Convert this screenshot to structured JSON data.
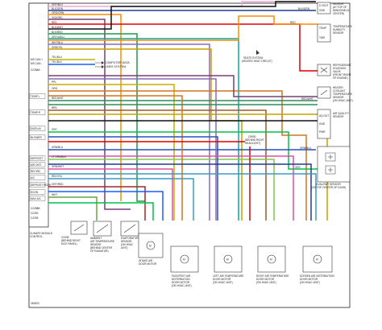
{
  "diagram_id": "262820",
  "module": {
    "title_lines": [
      "CLIMATE MODULE",
      "CONTROL"
    ],
    "side_labels": [
      "MS CAN +",
      "MS CAN -",
      "TEMP L",
      "TEMP R",
      "DISPLAY",
      "BLOWER",
      "DEFROST",
      "AIR DIST",
      "RECIRC",
      "A/C",
      "DEFROST REAR",
      "ECON",
      "MAX A/C"
    ],
    "terminals": [
      "C2288A",
      "C2288B",
      "C2290",
      "C2295"
    ]
  },
  "wires": [
    {
      "label": "GRY/BLU",
      "color": "#f2a6d4"
    },
    {
      "label": "BLK/GRN",
      "color": "#1e3d91"
    },
    {
      "label": "ORG/GRN",
      "color": "#ff8c00"
    },
    {
      "label": "VIO/ORG",
      "color": "#7a3d7a"
    },
    {
      "label": "RED",
      "color": "#e00000"
    },
    {
      "label": "BLK/WHT",
      "color": "#111111"
    },
    {
      "label": "BLK/RED",
      "color": "#1f9a4a"
    },
    {
      "label": "GRY/LBLU",
      "color": "#0aa8a8"
    },
    {
      "label": "WHT/BLU",
      "color": "#8a6bb5"
    },
    {
      "label": "GRN/YEL",
      "color": "#c8a100"
    },
    {
      "label": "TEL/BLU",
      "color": "#b8b800"
    },
    {
      "label": "TEL/BLK",
      "color": "#1a5cff"
    },
    {
      "label": "PPL",
      "color": "#c8ad00"
    },
    {
      "label": "ORG",
      "color": "#d4731f"
    },
    {
      "label": "RED/WHT",
      "color": "#2e8b57"
    },
    {
      "label": "BRN",
      "color": "#9b5a2b"
    },
    {
      "label": "GRY",
      "color": "#00c04b"
    },
    {
      "label": "GRN/BLU",
      "color": "#2b4fbf"
    },
    {
      "label": "LT GRN/BLK",
      "color": "#7ec850"
    },
    {
      "label": "GRN/WHT",
      "color": "#e04da8"
    },
    {
      "label": "RED/TEL",
      "color": "#3b9ac4"
    },
    {
      "label": "GRY/RED",
      "color": "#9c2b2b"
    },
    {
      "label": "WHT",
      "color": "#6aa23c"
    }
  ],
  "notes": {
    "computer": [
      "COMPUTER DATA",
      "LINES SYSTEM"
    ],
    "seats": [
      "SEATS SYSTEM",
      "(HEATED SEAT CIRCUIT)"
    ],
    "headlight": [
      "C5530",
      "(BEHIND RIGHT",
      "HEADLIGHT)"
    ]
  },
  "right_components": [
    {
      "lines": [
        "SENSOR",
        "(AT TOP OF",
        "WINDSHIELD,",
        "CENTER)"
      ],
      "pins": [
        "5 VOUT",
        "GND"
      ]
    },
    {
      "lines": [
        "TEMPERATURE",
        "HUMIDITY",
        "SENSOR"
      ],
      "pins": [
        "TEMP",
        "TMR"
      ]
    },
    {
      "lines": [
        "REFRIGERANT",
        "SOLENOID",
        "VALVE",
        "(FRONT RIGHT",
        "OF ENGINE)"
      ],
      "pins": []
    },
    {
      "lines": [
        "HEATER",
        "COOLANT",
        "TEMPERATURE",
        "SENSOR",
        "(ON HVAC UNIT)"
      ],
      "pins": []
    },
    {
      "lines": [
        "AIR QUALITY",
        "SENSOR"
      ],
      "pins": [
        "AQ OUT",
        "GND",
        "PWR"
      ]
    },
    {
      "lines": [
        "DUAL/SWT SENSOR",
        "(ON TOP CENTER OF DASH)"
      ],
      "pins": []
    }
  ],
  "bottom_components": [
    {
      "lines": [
        "C2035",
        "(BEHIND RIGHT",
        "KICK PANEL)"
      ]
    },
    {
      "lines": [
        "AMBIENT",
        "AIR TEMPERATURE",
        "SENSOR",
        "(BEHIND CENTER",
        "OF RADIATOR)"
      ]
    },
    {
      "lines": [
        "EVAPORATOR",
        "SENSOR",
        "(ON HVAC",
        "UNIT)"
      ]
    },
    {
      "lines": [
        "INTAKE AIR",
        "DOOR MOTOR"
      ]
    },
    {
      "lines": [
        "FACE/FEET AIR",
        "DISTRIBUTION",
        "DOOR MOTOR",
        "(ON HVAC UNIT)"
      ]
    },
    {
      "lines": [
        "LEFT AIR TEMPERATURE",
        "DOOR MOTOR",
        "(ON HVAC UNIT)"
      ]
    },
    {
      "lines": [
        "RIGHT AIR TEMPERATURE",
        "DOOR MOTOR",
        "(ON HVAC UNIT)"
      ]
    },
    {
      "lines": [
        "SCREEN AIR DISTRIBUTION",
        "DOOR MOTOR",
        "(ON HVAC UNIT)"
      ]
    }
  ]
}
